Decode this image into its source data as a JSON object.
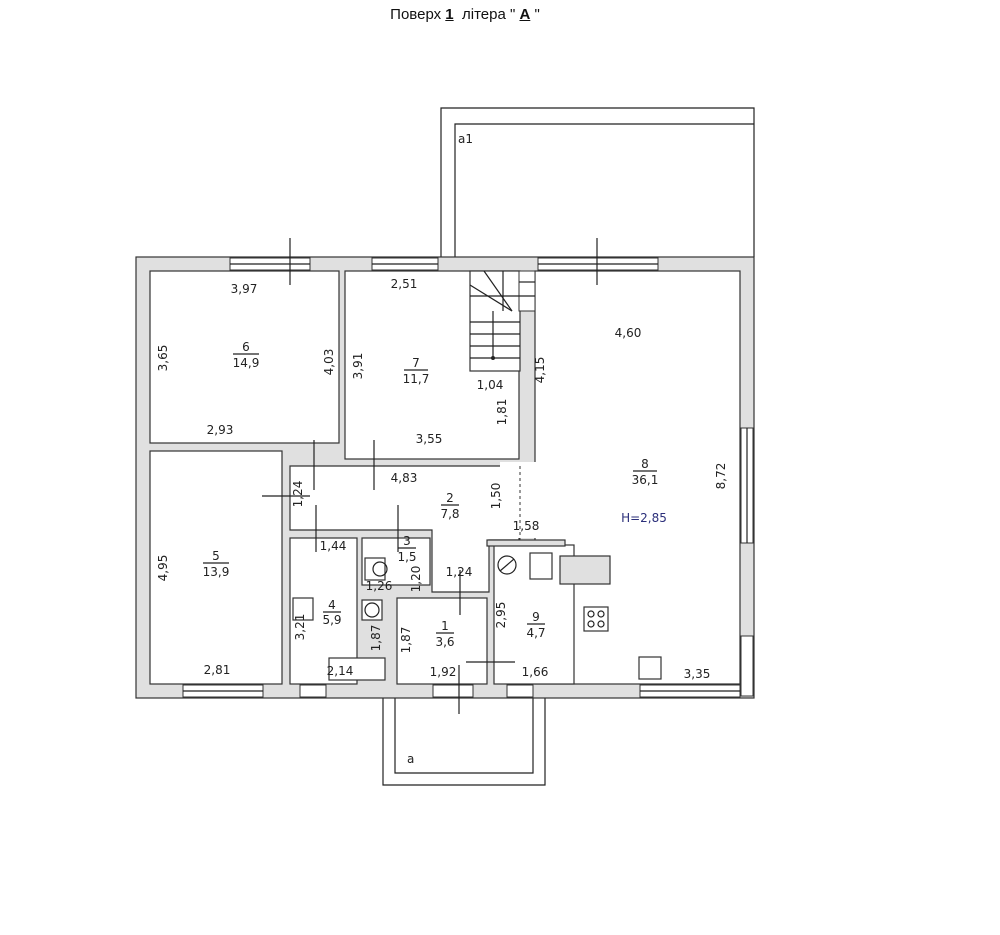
{
  "title": {
    "prefix": "Поверх",
    "floor": "1",
    "middle": "літера \"",
    "letter": "А",
    "suffix": "\""
  },
  "annex_labels": {
    "balcony": "а1",
    "porch": "а"
  },
  "rooms": [
    {
      "number": "1",
      "area": "3,6"
    },
    {
      "number": "2",
      "area": "7,8"
    },
    {
      "number": "3",
      "area": "1,5"
    },
    {
      "number": "4",
      "area": "5,9"
    },
    {
      "number": "5",
      "area": "13,9"
    },
    {
      "number": "6",
      "area": "14,9"
    },
    {
      "number": "7",
      "area": "11,7"
    },
    {
      "number": "8",
      "area": "36,1"
    },
    {
      "number": "9",
      "area": "4,7"
    }
  ],
  "height_label": "H=2,85",
  "height_color": "#2b2f7a",
  "dims": {
    "r6_top": "3,97",
    "r6_left": "3,65",
    "r6_right": "4,03",
    "r6_bottom": "2,93",
    "r7_top": "2,51",
    "r7_left": "3,91",
    "r7_stair": "1,04",
    "r7_right": "1,81",
    "r7_bottom": "3,55",
    "r8_top": "4,60",
    "r8_left": "4,15",
    "r8_right": "8,72",
    "r8_bottom": "3,35",
    "r8_door": "1,58",
    "r2_top": "4,83",
    "r2_left": "1,24",
    "r2_right": "1,50",
    "r5_left": "4,95",
    "r5_bottom": "2,81",
    "r4_top": "1,44",
    "r4_left": "3,21",
    "r4_right": "1,87",
    "r4_bath": "2,14",
    "r3_bottom": "1,26",
    "r3_right": "1,20",
    "r1_top": "1,24",
    "r1_left": "1,87",
    "r1_bottom": "1,92",
    "r9_left": "2,95",
    "r9_bottom": "1,66"
  }
}
